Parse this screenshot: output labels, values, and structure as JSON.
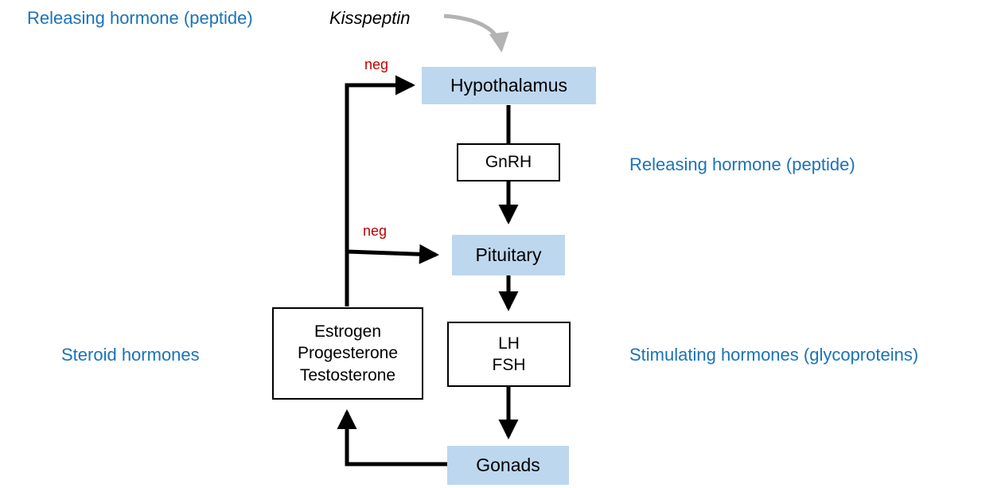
{
  "labels": {
    "top_left": "Releasing hormone (peptide)",
    "kisspeptin": "Kisspeptin",
    "right_gnrh": "Releasing hormone (peptide)",
    "left_steroid": "Steroid hormones",
    "right_lhfsh": "Stimulating hormones (glycoproteins)"
  },
  "nodes": {
    "hypothalamus": "Hypothalamus",
    "gnrh": "GnRH",
    "pituitary": "Pituitary",
    "lh": "LH",
    "fsh": "FSH",
    "gonads": "Gonads",
    "estrogen": "Estrogen",
    "progesterone": "Progesterone",
    "testosterone": "Testosterone"
  },
  "feedback": {
    "neg_hypothalamus": "neg",
    "neg_pituitary": "neg"
  },
  "colors": {
    "node_fill": "#bdd7ee",
    "category_text": "#1a73b8",
    "feedback_text": "#c00000"
  }
}
